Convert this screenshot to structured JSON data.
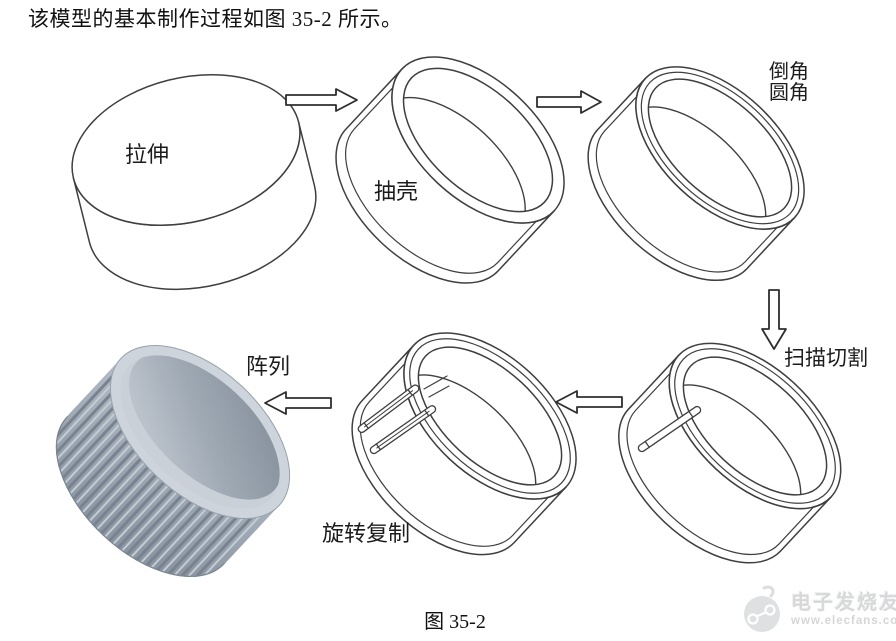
{
  "page": {
    "intro_text": "该模型的基本制作过程如图 35-2 所示。",
    "caption": "图 35-2"
  },
  "diagram": {
    "steps": [
      {
        "label": "拉伸"
      },
      {
        "label": "抽壳"
      },
      {
        "label": "倒角圆角",
        "label_lines": [
          "倒角",
          "圆角"
        ]
      },
      {
        "label": "扫描切割"
      },
      {
        "label": "旋转复制"
      },
      {
        "label": "阵列"
      }
    ]
  },
  "watermark": {
    "brand": "电子发烧友",
    "site": "www.elecfans.com"
  },
  "colors": {
    "line": "#3f3f3f",
    "cap_body_gray": "#9aa5b1",
    "cap_rim_gray": "#cdd4db",
    "watermark_gray": "#d7d8d9"
  }
}
